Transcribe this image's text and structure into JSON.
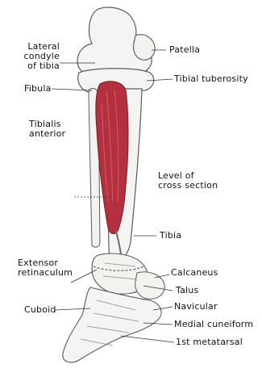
{
  "header": {
    "line1": "",
    "line2": ""
  },
  "labels": {
    "lateral_condyle": "Lateral condyle\nof tibia",
    "patella": "Patella",
    "tibial_tuberosity": "Tibial tuberosity",
    "fibula": "Fibula",
    "tibialis_anterior": "Tibialis\nanterior",
    "level_of_cross_section": "Level of\ncross section",
    "tibia": "Tibia",
    "extensor_retinaculum": "Extensor\nretinaculum",
    "calcaneus": "Calcaneus",
    "talus": "Talus",
    "cuboid": "Cuboid",
    "navicular": "Navicular",
    "medial_cuneiform": "Medial cuneiform",
    "first_metatarsal": "1st metatarsal"
  },
  "colors": {
    "muscle": "#b5303f",
    "muscle_highlight": "#d6687a",
    "bone_outline": "#5a5a5a",
    "bone_fill": "#f4f4f2"
  }
}
